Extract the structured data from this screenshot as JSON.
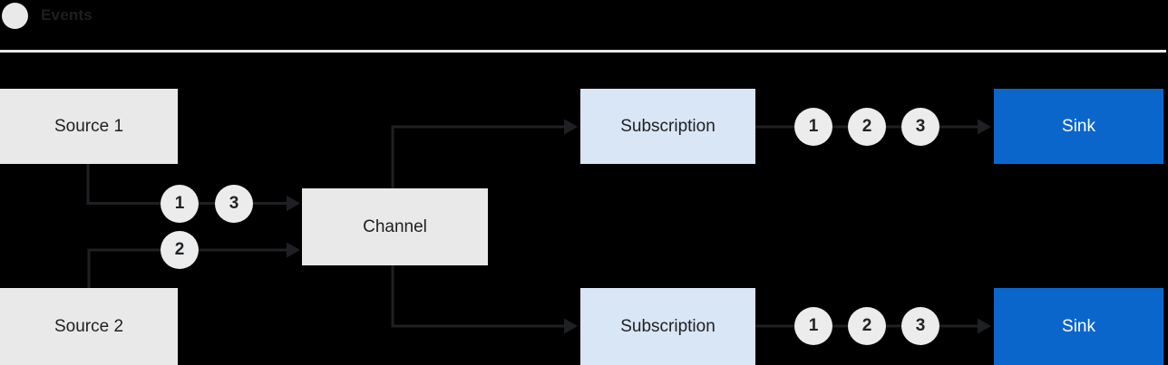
{
  "legend": {
    "label": "Events"
  },
  "colors": {
    "background": "#000000",
    "box_gray": "#e9e9e9",
    "subscription_light_blue": "#d8e6f5",
    "sink_blue": "#0a66cb",
    "event_circle_gray": "#ececec",
    "wire_dark": "#1e2023",
    "text_dark": "#1f1f1f",
    "text_light": "#ffffff"
  },
  "nodes": {
    "source1": {
      "label": "Source 1"
    },
    "source2": {
      "label": "Source 2"
    },
    "channel": {
      "label": "Channel"
    },
    "subscription1": {
      "label": "Subscription"
    },
    "subscription2": {
      "label": "Subscription"
    },
    "sink1": {
      "label": "Sink"
    },
    "sink2": {
      "label": "Sink"
    }
  },
  "event_markers": {
    "source1_to_channel": [
      "1",
      "3"
    ],
    "source2_to_channel": [
      "2"
    ],
    "subscription1_to_sink": [
      "1",
      "2",
      "3"
    ],
    "subscription2_to_sink": [
      "1",
      "2",
      "3"
    ]
  }
}
